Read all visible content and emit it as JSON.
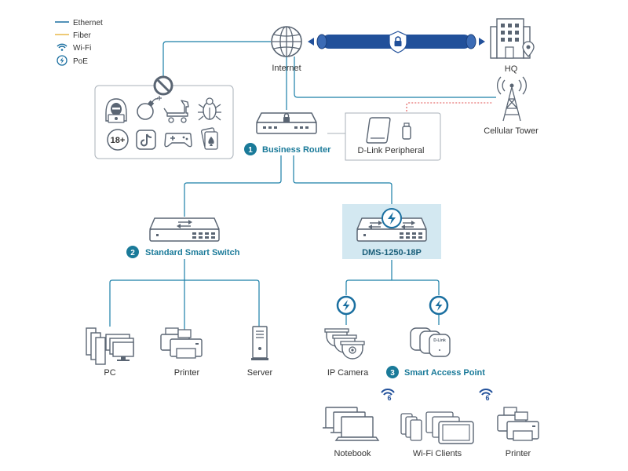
{
  "legend": {
    "items": [
      {
        "label": "Ethernet",
        "color": "#1a6fa0"
      },
      {
        "label": "Fiber",
        "color": "#e8b84a"
      },
      {
        "label": "Wi-Fi",
        "icon": "wifi-icon",
        "color": "#1a6fa0"
      },
      {
        "label": "PoE",
        "icon": "poe-bolt-icon",
        "color": "#1a6fa0"
      }
    ]
  },
  "colors": {
    "line": "#1a7fa8",
    "device": "#5a6573",
    "accent": "#1a7a99",
    "tunnel": "#21509a",
    "highlight_box": "#d3e8f1",
    "fiber": "#e8b84a",
    "peripheral_link": "#e05050"
  },
  "nodes": {
    "internet": "Internet",
    "hq": "HQ",
    "cellular_tower": "Cellular Tower",
    "business_router": {
      "number": "1",
      "label": "Business Router"
    },
    "dlink_peripheral": "D-Link Peripheral",
    "standard_switch": {
      "number": "2",
      "label": "Standard Smart Switch"
    },
    "dms_switch": "DMS-1250-18P",
    "pc": "PC",
    "printer_1": "Printer",
    "server": "Server",
    "ip_camera": "IP Camera",
    "smart_ap": {
      "number": "3",
      "label": "Smart Access Point"
    },
    "notebook": "Notebook",
    "wifi_clients": "Wi-Fi Clients",
    "printer_2": "Printer"
  },
  "blocked_content": {
    "icons": [
      "hacker-icon",
      "bomb-icon",
      "trojan-horse-icon",
      "bug-icon",
      "adult-18-icon",
      "tiktok-icon",
      "gamepad-icon",
      "playing-cards-icon"
    ],
    "age_badge": "18+",
    "symbol": "prohibited-icon"
  },
  "wifi_badges": [
    "wifi-6-icon",
    "wifi-6-icon"
  ],
  "ap_brand": "D-Link"
}
